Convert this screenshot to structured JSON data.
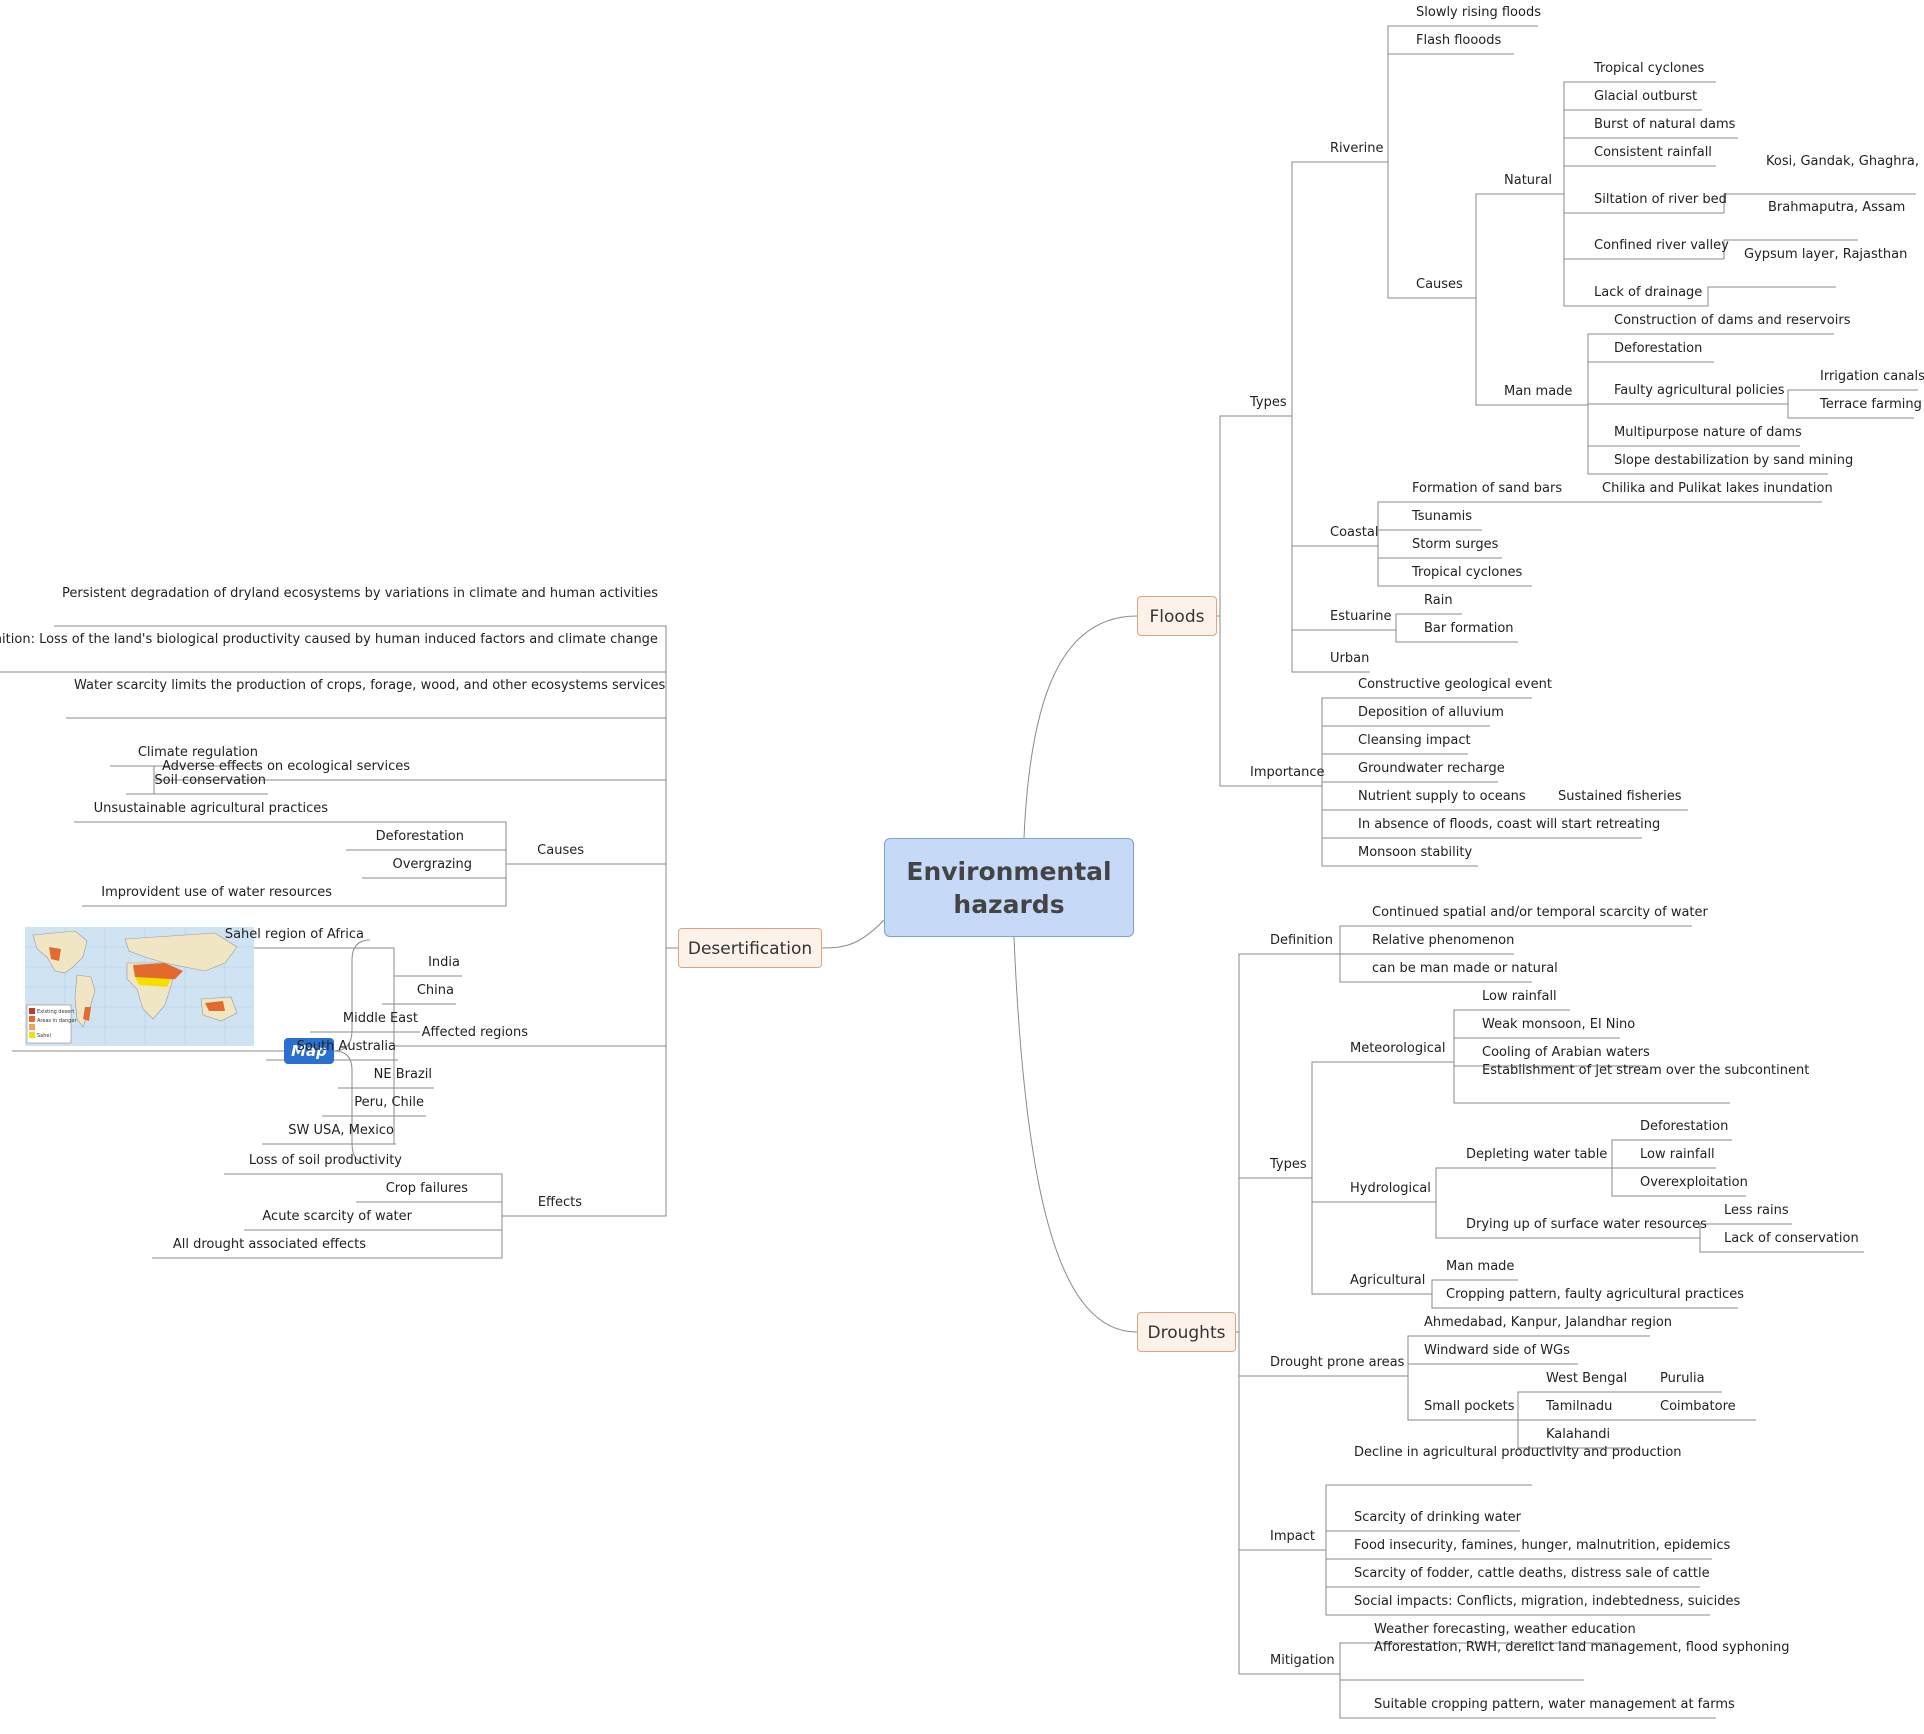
{
  "center": "Environmental\nhazards",
  "map_label": "Map",
  "map_legend": [
    "Existing desert",
    "Areas in danger",
    "Sahel"
  ],
  "nodes": [
    "Floods",
    "Desertification",
    "Droughts",
    "Types",
    "Importance",
    "Riverine",
    "Coastal",
    "Estuarine",
    "Urban",
    "Slowly rising floods",
    "Flash flooods",
    "Causes",
    "Natural",
    "Man made",
    "Tropical cyclones",
    "Glacial outburst",
    "Burst of natural dams",
    "Consistent rainfall",
    "Siltation of river bed",
    "Confined river valley",
    "Lack of drainage",
    "Kosi, Gandak, Ghaghra,\nKali Gandak",
    "Brahmaputra,\nAssam",
    "Gypsum layer,\nRajasthan",
    "Construction of dams and reservoirs",
    "Deforestation",
    "Faulty agricultural policies",
    "Multipurpose nature of dams",
    "Slope destabilization by sand mining",
    "Irrigation canals",
    "Terrace farming",
    "Formation of sand bars",
    "Tsunamis",
    "Storm surges",
    "Tropical cyclones",
    "Chilika and Pulikat lakes inundation",
    "Rain",
    "Bar formation",
    "Constructive geological event",
    "Deposition of alluvium",
    "Cleansing impact",
    "Groundwater recharge",
    "Nutrient supply to oceans",
    "In absence of floods, coast will start retreating",
    "Monsoon stability",
    "Sustained fisheries",
    "Persistent degradation of dryland ecosystems\nby variations in climate and human activities",
    "UN definition: Loss of the land's biological productivity\ncaused by human induced factors and climate change",
    "Water scarcity limits the production of crops,\nforage, wood, and other  ecosystems services",
    "Adverse effects on ecological services",
    "Causes",
    "Affected regions",
    "Effects",
    "Climate regulation",
    "Soil conservation",
    "Unsustainable agricultural practices",
    "Deforestation",
    "Overgrazing",
    "Improvident use of water resources",
    "Sahel region of Africa",
    "India",
    "China",
    "Middle East",
    "South Australia",
    "NE Brazil",
    "Peru, Chile",
    "SW USA, Mexico",
    "Loss of soil productivity",
    "Crop failures",
    "Acute scarcity of water",
    "All drought associated effects",
    "Definition",
    "Types",
    "Drought prone areas",
    "Impact",
    "Mitigation",
    "Continued spatial and/or temporal scarcity of water",
    "Relative phenomenon",
    "can be man made or natural",
    "Meteorological",
    "Hydrological",
    "Agricultural",
    "Low rainfall",
    "Weak monsoon, El Nino",
    "Cooling of Arabian waters",
    "Establishment of jet stream over the\nsubcontinent",
    "Depleting water table",
    "Drying up of surface water resources",
    "Deforestation",
    "Low rainfall",
    "Overexploitation",
    "Less rains",
    "Lack of conservation",
    "Man made",
    "Cropping pattern, faulty agricultural practices",
    "Ahmedabad, Kanpur, Jalandhar region",
    "Windward side of WGs",
    "Small pockets",
    "West Bengal",
    "Tamilnadu",
    "Kalahandi",
    "Purulia",
    "Coimbatore",
    "Decline in agricultural\nproductivity and production",
    "Scarcity of drinking water",
    "Food insecurity, famines, hunger, malnutrition, epidemics",
    "Scarcity of fodder, cattle deaths, distress sale of cattle",
    "Social impacts: Conflicts, migration, indebtedness, suicides",
    "Weather forecasting, weather education",
    "Afforestation, RWH, derelict land\nmanagement,  flood syphoning",
    "Suitable cropping pattern, water management at farms"
  ]
}
